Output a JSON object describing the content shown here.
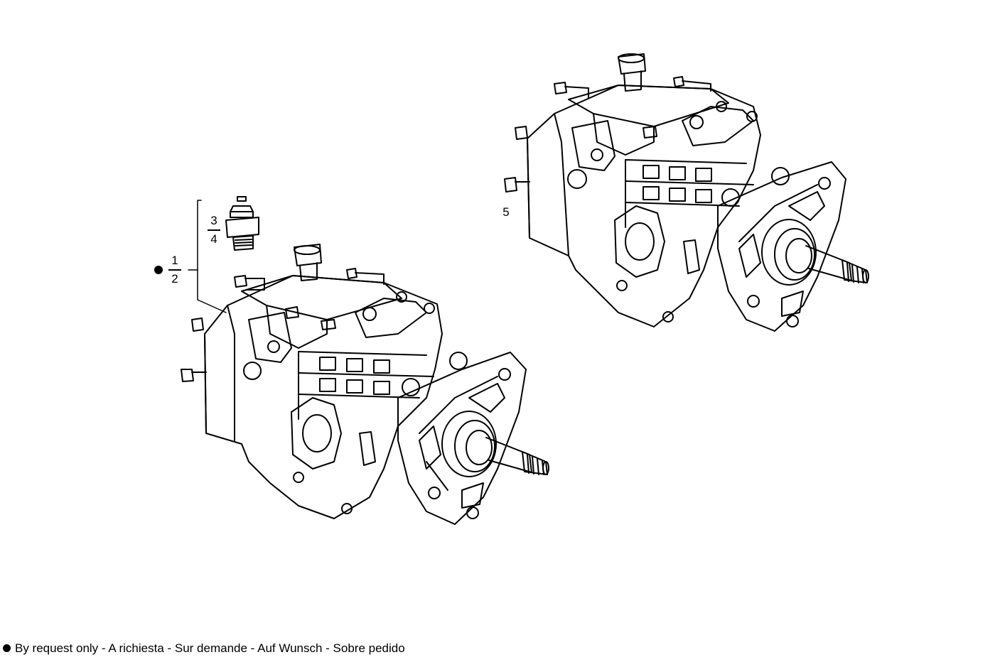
{
  "callouts": {
    "c1": "1",
    "c2": "2",
    "c3": "3",
    "c4": "4",
    "c5": "5"
  },
  "footer": {
    "note": "By request only - A richiesta - Sur demande - Auf Wunsch - Sobre pedido"
  },
  "colors": {
    "line": "#000000",
    "background": "#ffffff"
  }
}
